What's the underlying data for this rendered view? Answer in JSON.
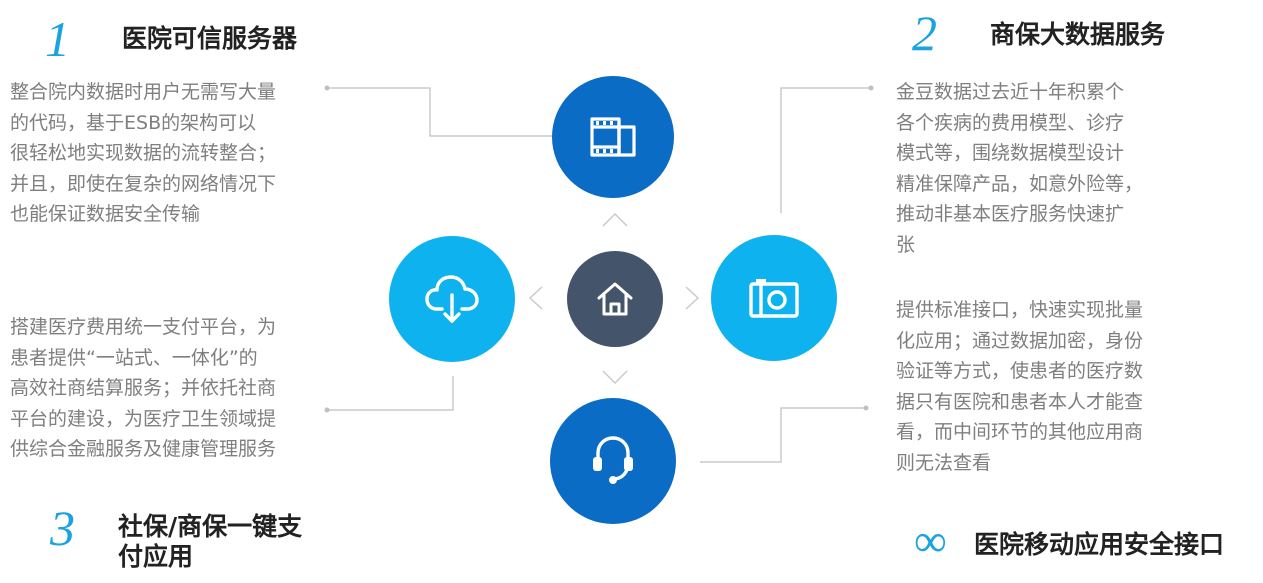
{
  "sections": [
    {
      "number": "1",
      "title": "医院可信服务器",
      "lines": [
        "整合院内数据时用户无需写大量",
        "的代码，基于ESB的架构可以",
        "很轻松地实现数据的流转整合；",
        "并且，即使在复杂的网络情况下",
        "也能保证数据安全传输"
      ]
    },
    {
      "number": "2",
      "title": "商保大数据服务",
      "lines": [
        "金豆数据过去近十年积累个",
        "各个疾病的费用模型、诊疗",
        "模式等，围绕数据模型设计",
        "精准保障产品，如意外险等，",
        "推动非基本医疗服务快速扩",
        "张"
      ]
    },
    {
      "number": "3",
      "title_lines": [
        "社保/商保一键支",
        "付应用"
      ],
      "lines": [
        "搭建医疗费用统一支付平台，为",
        "患者提供“一站式、一体化”的",
        "高效社商结算服务；并依托社商",
        "平台的建设，为医疗卫生领域提",
        "供综合金融服务及健康管理服务"
      ]
    },
    {
      "number": "∞",
      "title": "医院移动应用安全接口",
      "lines": [
        "提供标准接口，快速实现批量",
        "化应用；通过数据加密，身份",
        "验证等方式，使患者的医疗数",
        "据只有医院和患者本人才能查",
        "看，而中间环节的其他应用商",
        "则无法查看"
      ]
    }
  ],
  "icons": {
    "top": "film-icon",
    "left": "cloud-download-icon",
    "center": "home-icon",
    "right": "camera-icon",
    "bottom": "headset-icon"
  },
  "colors": {
    "number": "#1aa3df",
    "circle_dark": "#0a6cc4",
    "circle_light": "#0eb2ef",
    "circle_center": "#44546a",
    "body_text": "#7f7f7f",
    "title_text": "#222222",
    "connector": "#bfbfbf"
  }
}
